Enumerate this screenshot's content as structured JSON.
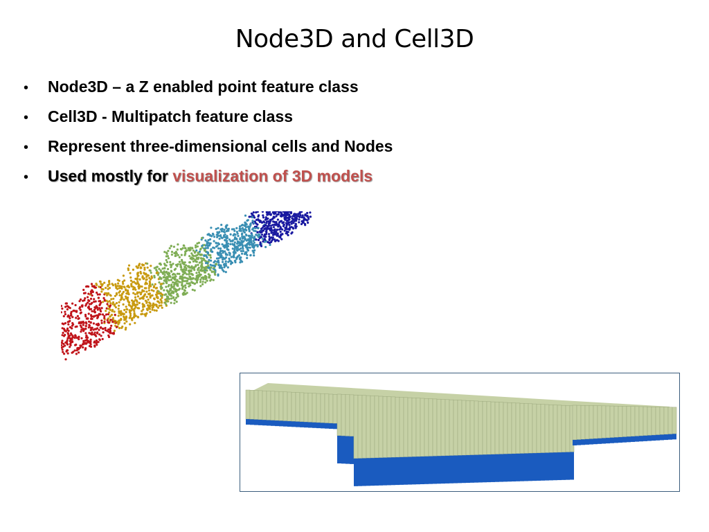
{
  "slide": {
    "title": "Node3D and Cell3D",
    "bullet_symbol": "•",
    "bullets": [
      {
        "text": "Node3D – a Z enabled point feature class"
      },
      {
        "text": "Cell3D - Multipatch feature class"
      },
      {
        "text": "Represent three-dimensional cells and Nodes"
      },
      {
        "text_plain": "Used mostly for ",
        "text_highlight": "visualization of 3D models"
      }
    ]
  },
  "colors": {
    "highlight": "#c0504d",
    "frame_border": "#3a5c7c",
    "cell_top": "#c6d1a6",
    "cell_side": "#a9b68a",
    "cell_base": "#1a5bbf",
    "cloud_red": "#c0141a",
    "cloud_gold": "#c89a10",
    "cloud_green": "#7fad55",
    "cloud_teal": "#3a8fb3",
    "cloud_navy": "#1919a0"
  },
  "figures": {
    "point_cloud_image": "node3d-point-cloud",
    "multipatch_image": "cell3d-multipatch-model"
  }
}
